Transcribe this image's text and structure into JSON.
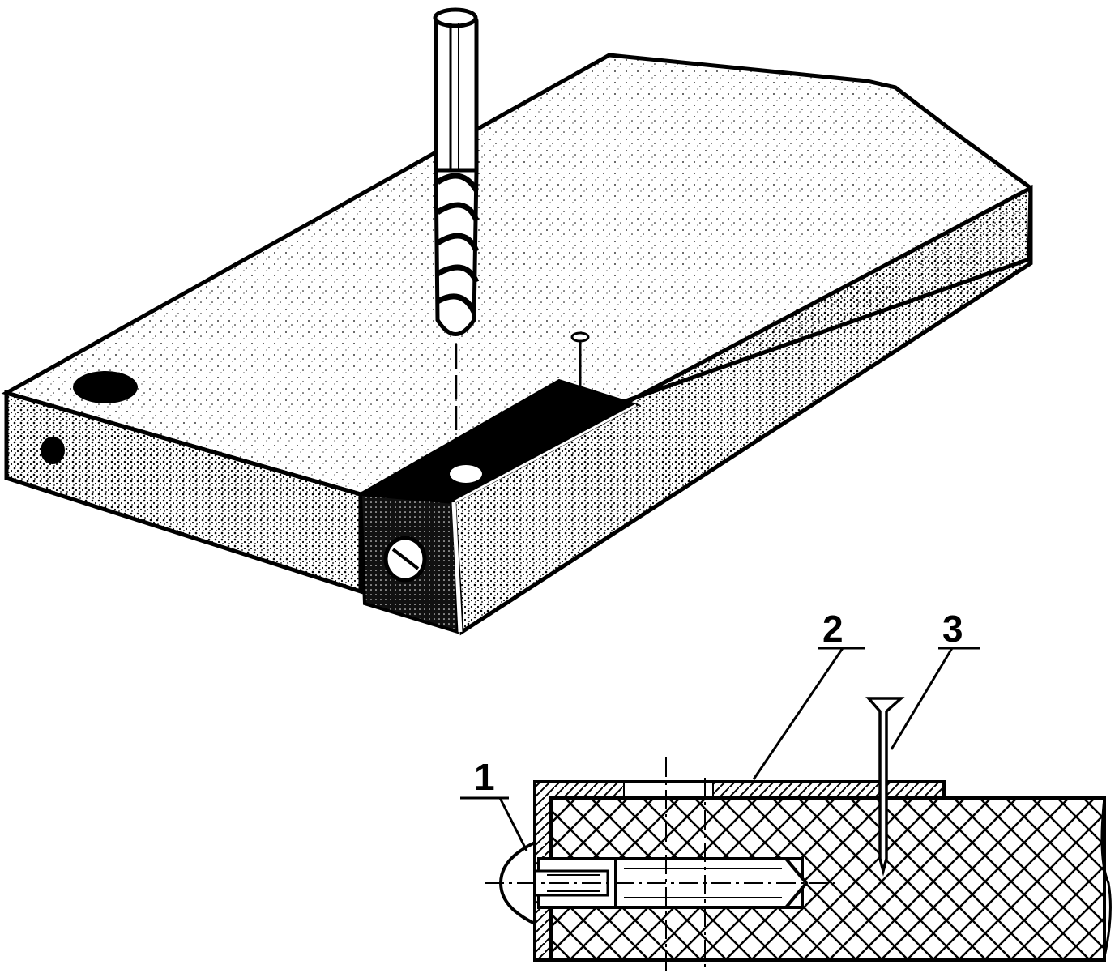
{
  "figure": {
    "callouts": [
      {
        "id": "1",
        "label": "1"
      },
      {
        "id": "2",
        "label": "2"
      },
      {
        "id": "3",
        "label": "3"
      }
    ]
  },
  "colors": {
    "ink": "#000000",
    "paper": "#ffffff",
    "end_grain": "#ececec"
  }
}
